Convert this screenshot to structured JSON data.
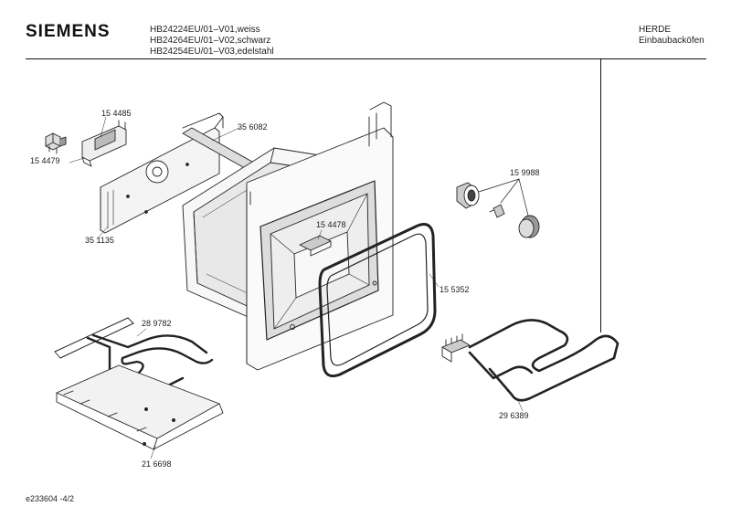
{
  "header": {
    "brand": "SIEMENS",
    "models": [
      "HB24224EU/01–V01,weiss",
      "HB24264EU/01–V02,schwarz",
      "HB24254EU/01–V03,edelstahl"
    ],
    "category": [
      "HERDE",
      "Einbaubacköfen"
    ]
  },
  "parts": [
    "15 4485",
    "15 4479",
    "35 6082",
    "35 1135",
    "15 4478",
    "15 9988",
    "15 5352",
    "28 9782",
    "21 6698",
    "29 6389"
  ],
  "footer": {
    "doc_id": "e233604  -4/2"
  }
}
